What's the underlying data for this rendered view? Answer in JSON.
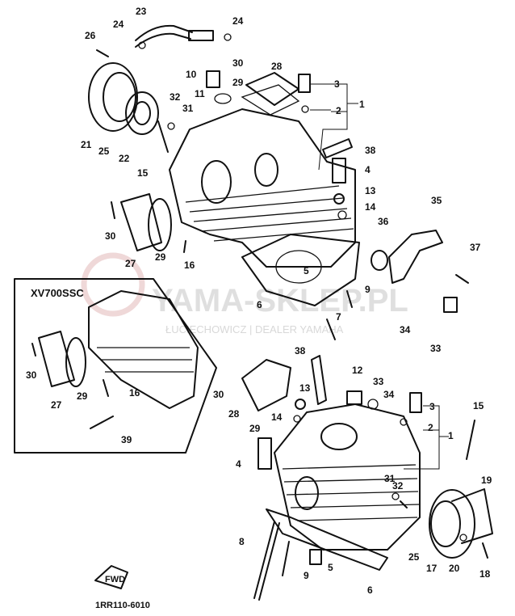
{
  "watermark": {
    "brand": "YAMA-SKLEP.PL",
    "tagline": "ŁUCIECHOWICZ | DEALER YAMAHA"
  },
  "inset": {
    "title": "XV700SSC"
  },
  "drawing_code": "1RR110-6010",
  "direction_badge": "FWD",
  "callouts": [
    "1",
    "2",
    "3",
    "4",
    "5",
    "6",
    "7",
    "8",
    "9",
    "10",
    "11",
    "12",
    "13",
    "14",
    "15",
    "16",
    "17",
    "18",
    "19",
    "20",
    "21",
    "22",
    "23",
    "24",
    "25",
    "26",
    "27",
    "28",
    "29",
    "30",
    "31",
    "32",
    "33",
    "34",
    "35",
    "36",
    "37",
    "38",
    "39"
  ]
}
